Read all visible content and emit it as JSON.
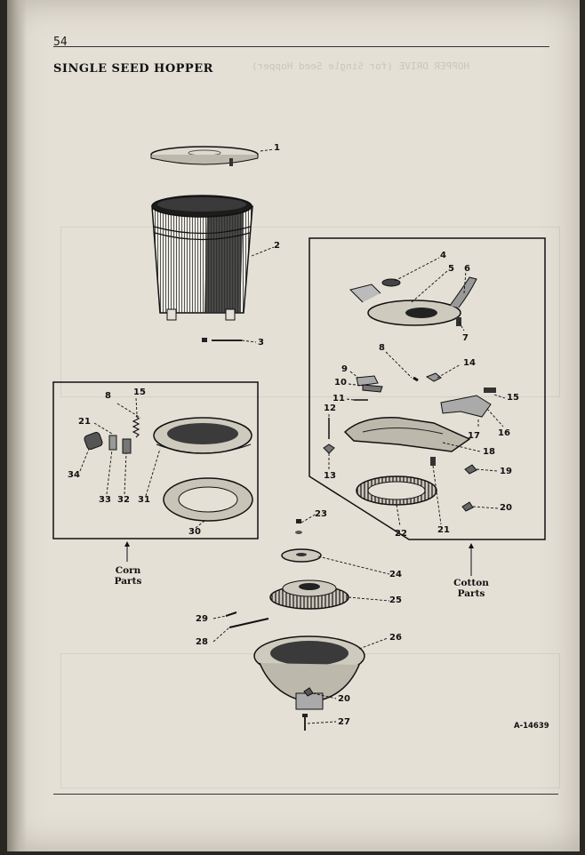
{
  "page": {
    "number": "54",
    "title": "SINGLE SEED HOPPER",
    "figure_id": "A-14639"
  },
  "groups": {
    "corn": {
      "line1": "Corn",
      "line2": "Parts"
    },
    "cotton": {
      "line1": "Cotton",
      "line2": "Parts"
    }
  },
  "callouts": {
    "c1": "1",
    "c2": "2",
    "c3": "3",
    "c4": "4",
    "c5": "5",
    "c6": "6",
    "c7": "7",
    "c8_cotton": "8",
    "c9": "9",
    "c10": "10",
    "c11": "11",
    "c12": "12",
    "c13": "13",
    "c14": "14",
    "c15_cotton": "15",
    "c16": "16",
    "c17": "17",
    "c18": "18",
    "c19": "19",
    "c20_cotton": "20",
    "c21_cotton": "21",
    "c22": "22",
    "c23": "23",
    "c24": "24",
    "c25": "25",
    "c26": "26",
    "c27": "27",
    "c28": "28",
    "c29": "29",
    "c20_bottom": "20",
    "c8_corn": "8",
    "c15_corn": "15",
    "c21_corn": "21",
    "c34": "34",
    "c33": "33",
    "c32": "32",
    "c31": "31",
    "c30": "30"
  },
  "colors": {
    "paper": "#e4e0d6",
    "ink": "#111111"
  }
}
